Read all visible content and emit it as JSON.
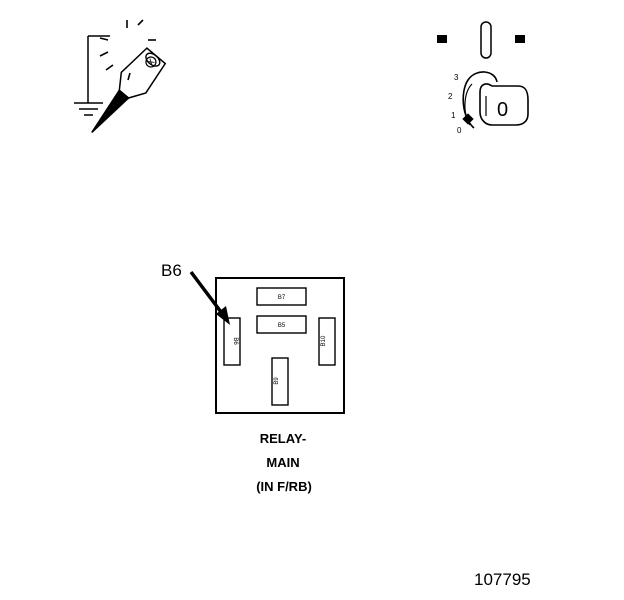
{
  "probe": {
    "icon": "test-light-probe-icon"
  },
  "ignition": {
    "icon": "ignition-key-icon",
    "positions": [
      "3",
      "2",
      "1",
      "0"
    ],
    "key_label": "0"
  },
  "relay": {
    "pointer_label": "B6",
    "pins": {
      "b7": "B7",
      "b5": "B5",
      "b6": "B6",
      "b10": "B10",
      "b9": "B9"
    },
    "caption_lines": [
      "RELAY-",
      "MAIN",
      "(IN F/RB)"
    ]
  },
  "figure_number": "107795"
}
